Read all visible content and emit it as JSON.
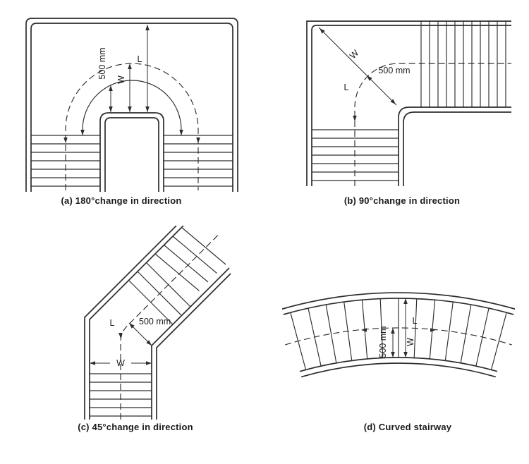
{
  "figure": {
    "background": "#ffffff",
    "line_color": "#2d2d2d"
  },
  "panels": {
    "a": {
      "caption": "(a) 180°change in direction",
      "labels": {
        "d500": "500 mm",
        "w": "W",
        "l": "L"
      }
    },
    "b": {
      "caption": "(b) 90°change in direction",
      "labels": {
        "d500": "500 mm",
        "w": "W",
        "l": "L"
      }
    },
    "c": {
      "caption": "(c) 45°change in direction",
      "labels": {
        "d500": "500 mm",
        "w": "W",
        "l": "L"
      }
    },
    "d": {
      "caption": "(d) Curved stairway",
      "labels": {
        "d500": "500 mm",
        "w": "W",
        "l": "L"
      }
    }
  }
}
